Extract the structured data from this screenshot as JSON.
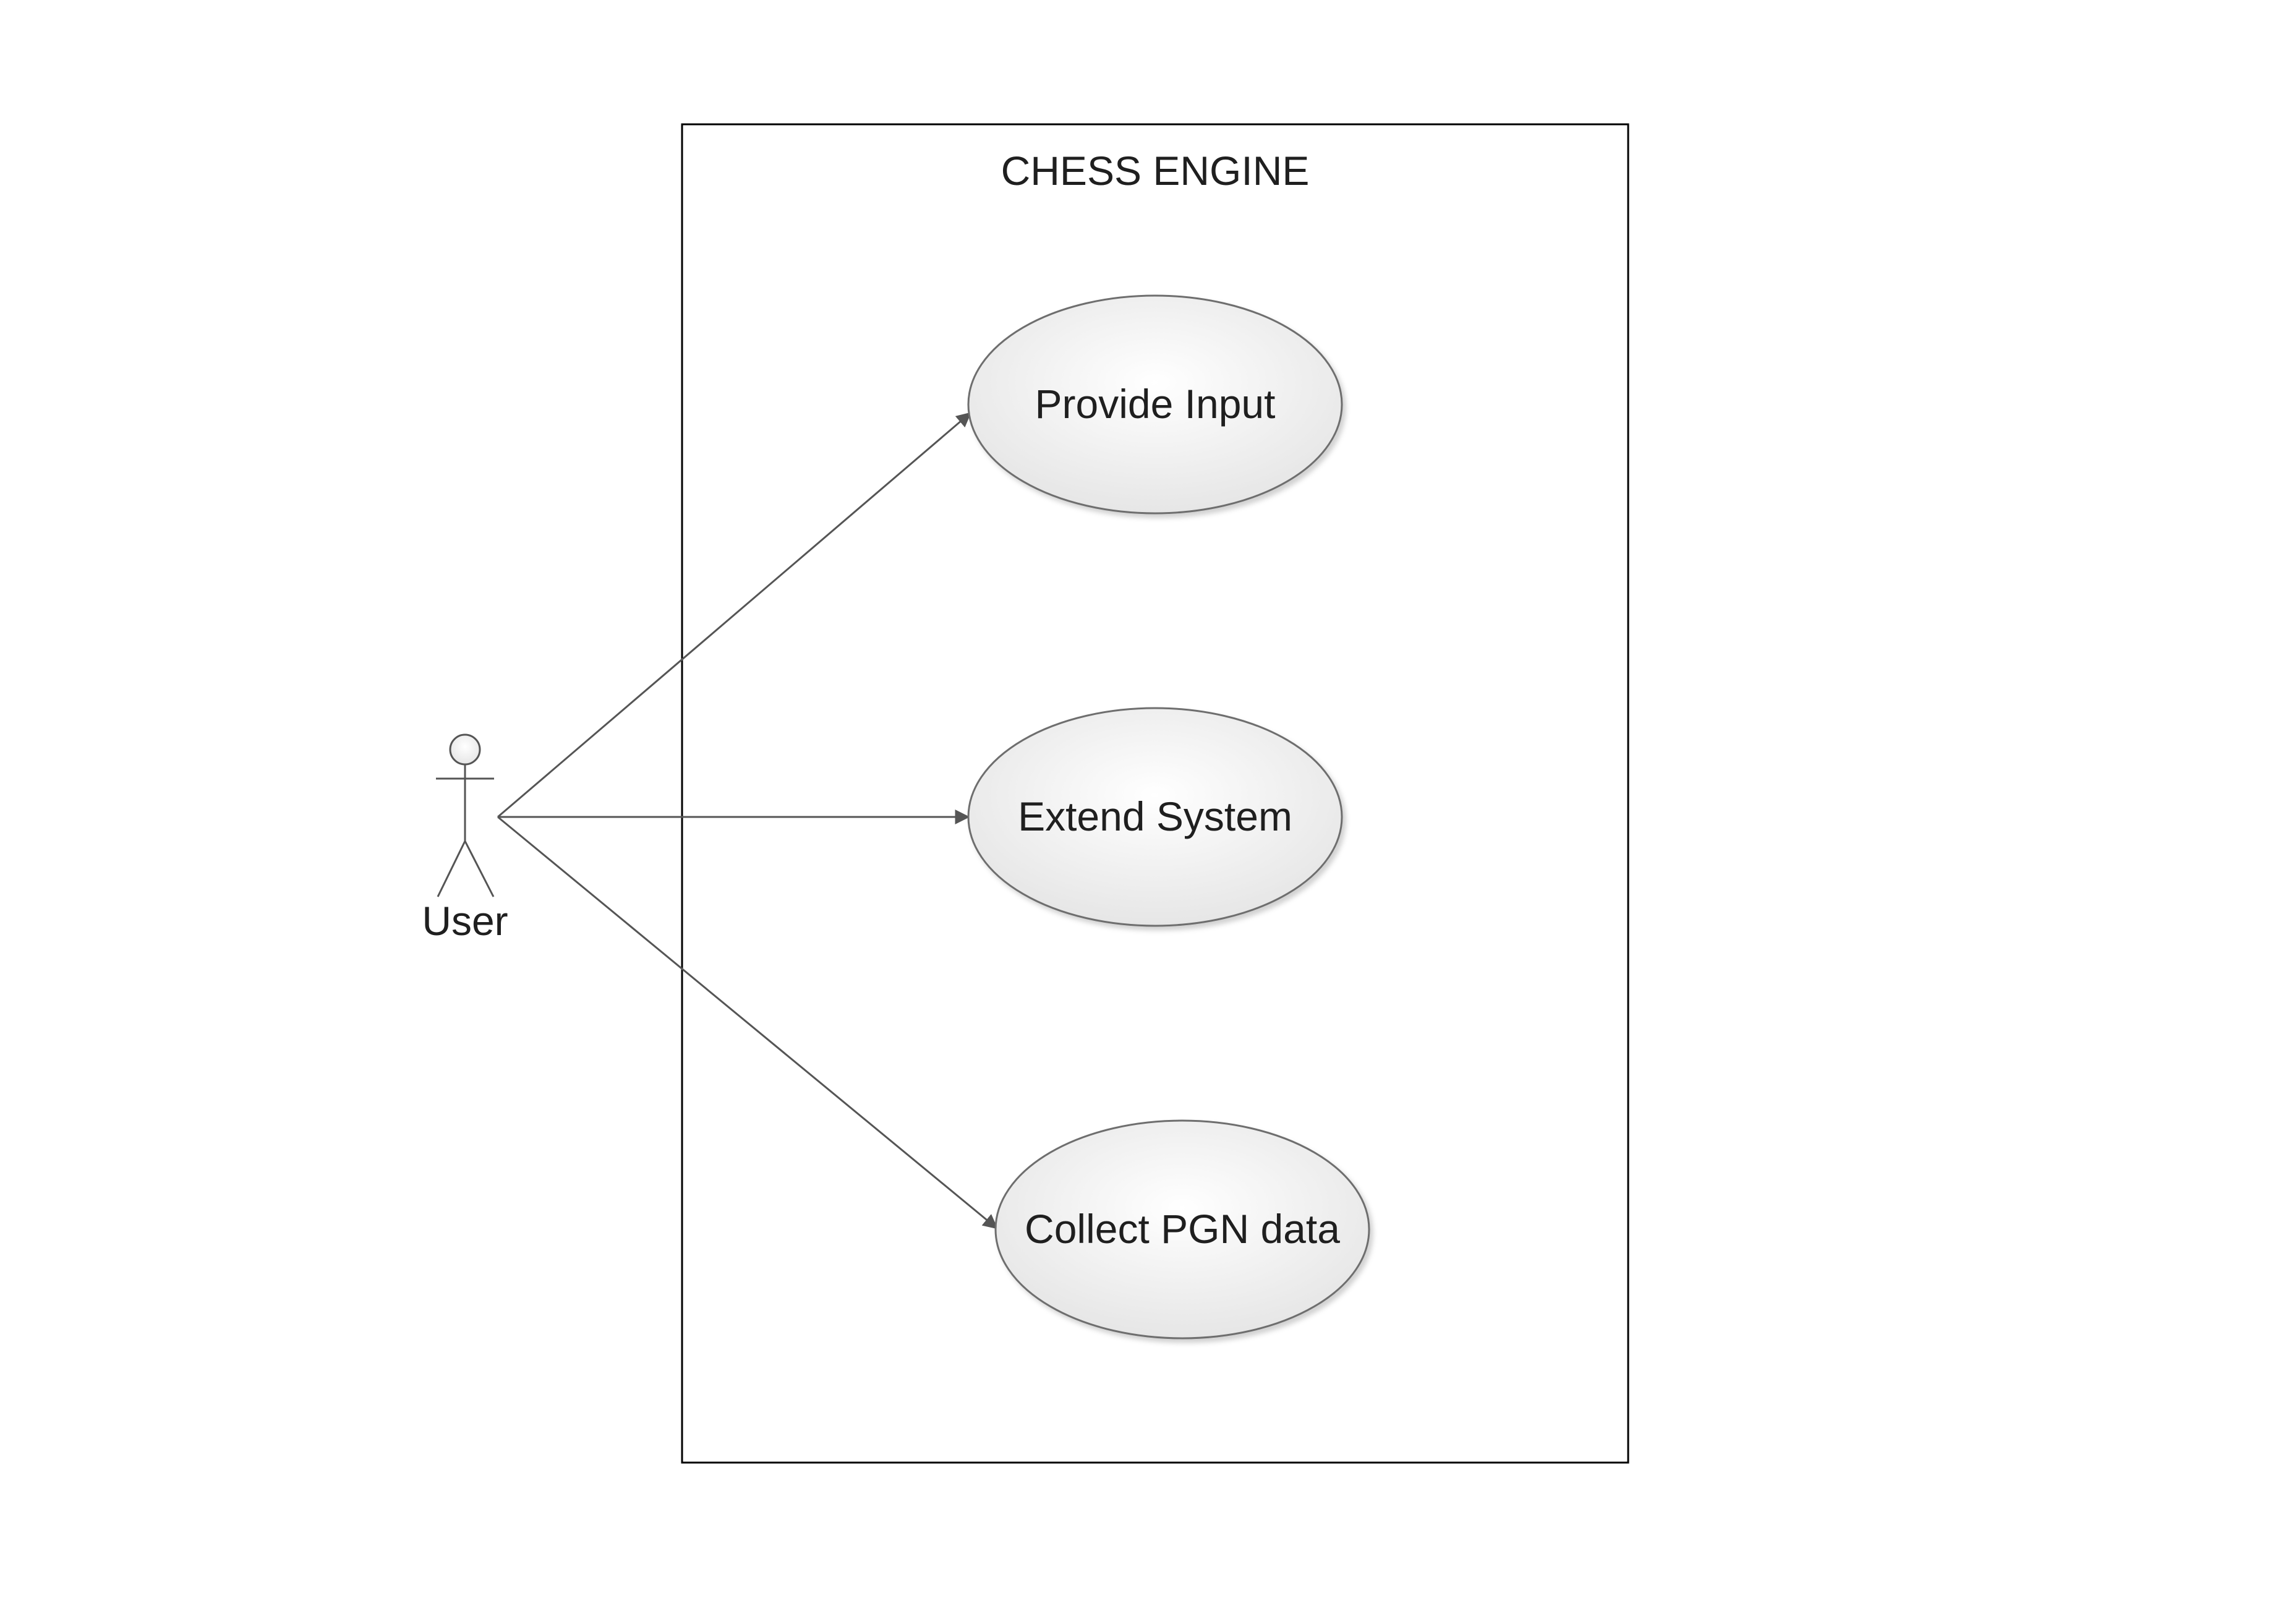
{
  "system": {
    "title": "CHESS ENGINE"
  },
  "actor": {
    "label": "User",
    "icon": "stick-figure-actor-icon"
  },
  "use_cases": [
    {
      "label": "Provide Input"
    },
    {
      "label": "Extend System"
    },
    {
      "label": "Collect PGN data"
    }
  ],
  "colors": {
    "line": "#555555",
    "border": "#000000",
    "ellipse_fill_center": "#ffffff",
    "ellipse_fill_edge": "#e4e4e4",
    "text": "#1f1f1f"
  }
}
